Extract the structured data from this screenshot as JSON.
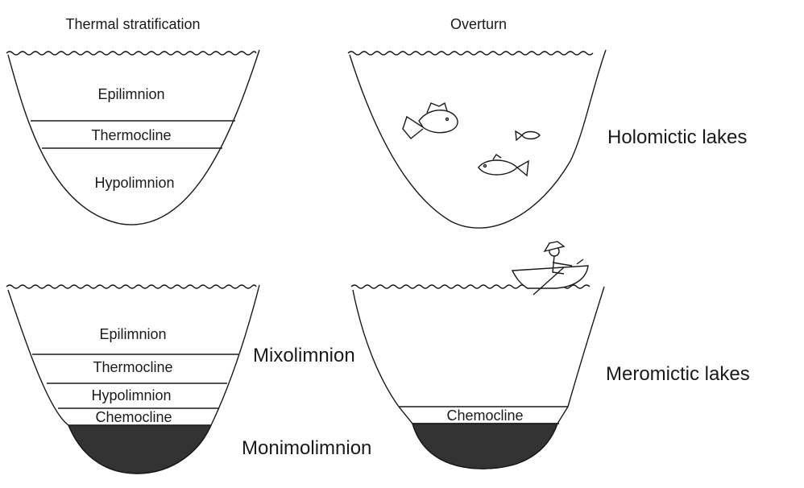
{
  "titles": {
    "left": "Thermal stratification",
    "right": "Overturn"
  },
  "diagram1": {
    "layers": [
      "Epilimnion",
      "Thermocline",
      "Hypolimnion"
    ]
  },
  "diagram3": {
    "layers": [
      "Epilimnion",
      "Thermocline",
      "Hypolimnion",
      "Chemocline"
    ]
  },
  "diagram4": {
    "layers": [
      "Chemocline"
    ]
  },
  "side_labels": {
    "holomictic": "Holomictic lakes",
    "mixolimnion": "Mixolimnion",
    "meromictic": "Meromictic lakes",
    "monimolimnion": "Monimolimnion"
  },
  "colors": {
    "line": "#1a1a1a",
    "monimolimnion_fill": "#333333",
    "background": "#ffffff"
  }
}
